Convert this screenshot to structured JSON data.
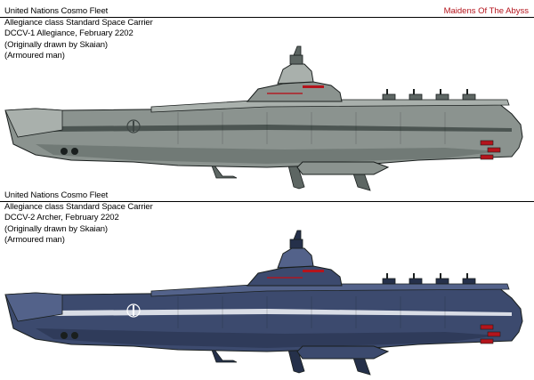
{
  "header": {
    "watermark": "Maidens Of The Abyss"
  },
  "entries": [
    {
      "line1": "United Nations Cosmo Fleet",
      "line2": "Allegiance class Standard Space Carrier",
      "line3": "DCCV-1 Allegiance, February 2202",
      "line4": "(Originally drawn by Skaian)",
      "line5": "(Armoured man)",
      "hull_color": "#8b938f",
      "hull_dark": "#5d6663",
      "hull_light": "#a9b0ac",
      "stripe_color": "#4c5552"
    },
    {
      "line1": "United Nations Cosmo Fleet",
      "line2": "Allegiance class Standard Space Carrier",
      "line3": "DCCV-2 Archer, February 2202",
      "line4": "(Originally drawn by Skaian)",
      "line5": "(Armoured man)",
      "hull_color": "#3c4a6e",
      "hull_dark": "#25304a",
      "hull_light": "#53628a",
      "stripe_color": "#d9dde6"
    }
  ],
  "accent_red": "#b4141c",
  "emblem_icon": "anchor-emblem-icon"
}
